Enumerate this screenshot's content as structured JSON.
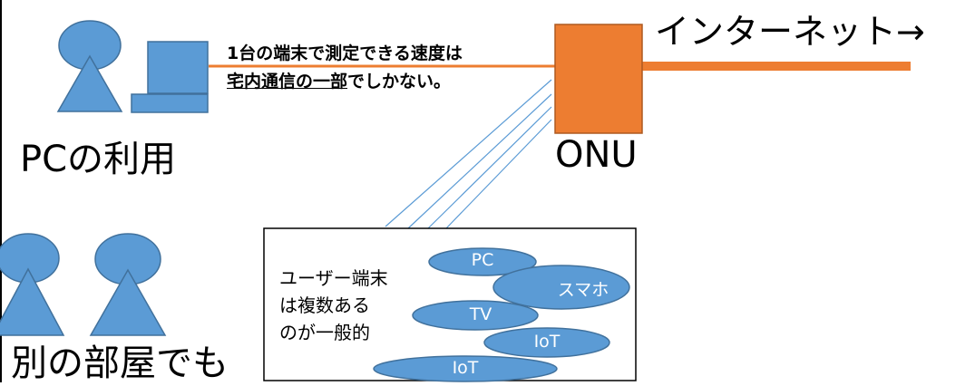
{
  "labels": {
    "pc_usage": "PCの利用",
    "other_room": "別の部屋でも",
    "internet": "インターネット→",
    "onu": "ONU"
  },
  "speed_note": {
    "line1": "1台の端末で測定できる速度は",
    "line2_underlined": "宅内通信の一部",
    "line2_rest": "でしかない。"
  },
  "devices_box": {
    "note": "ユーザー端末\nは複数ある\nのが一般的",
    "devices": [
      "PC",
      "スマホ",
      "TV",
      "IoT",
      "IoT"
    ]
  },
  "colors": {
    "person": "#5b9bd5",
    "person_outline": "#41719c",
    "onu": "#ed7d31",
    "onu_outline": "#ae5a21",
    "link": "#5b9bd5"
  }
}
